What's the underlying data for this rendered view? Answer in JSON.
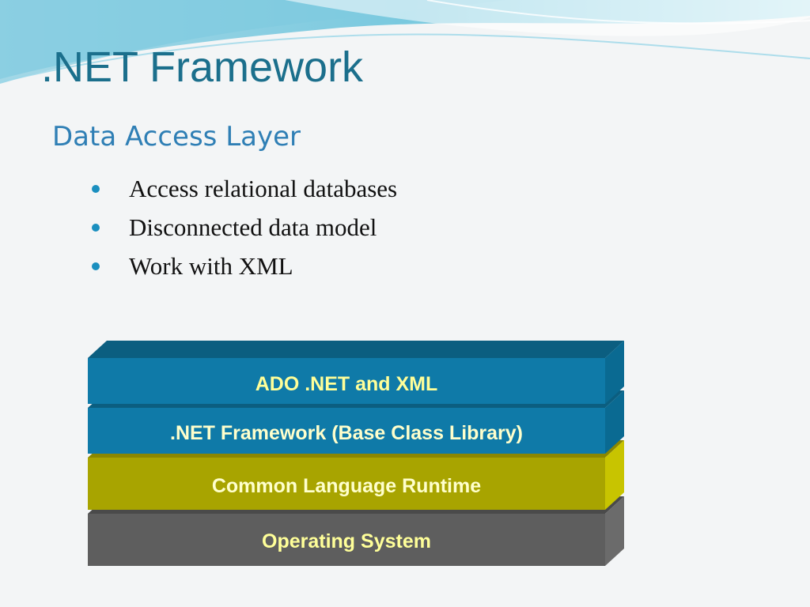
{
  "slide": {
    "title": ".NET Framework",
    "subtitle": "Data Access Layer",
    "bullets": [
      "Access relational databases",
      "Disconnected data model",
      "Work with XML"
    ]
  },
  "diagram": {
    "layers": [
      {
        "label": "ADO .NET and XML",
        "text_color": "#ffff99",
        "front": "#0f7aa8",
        "top": "#0b5e80",
        "side": "#0a6a92"
      },
      {
        "label": ".NET Framework (Base Class Library)",
        "text_color": "#ffffcc",
        "front": "#0f7aa8",
        "top": "#0b5e80",
        "side": "#0a6a92"
      },
      {
        "label": "Common Language Runtime",
        "text_color": "#ffffcc",
        "front": "#a8a400",
        "top": "#8a8700",
        "side": "#c8c400"
      },
      {
        "label": "Operating System",
        "text_color": "#ffff99",
        "front": "#5e5e5e",
        "top": "#4a4a4a",
        "side": "#6b6b6b"
      }
    ]
  },
  "colors": {
    "title": "#1b6f8c",
    "subtitle": "#2f7fb5",
    "bullet": "#1a8fbf",
    "background": "#f3f5f6"
  }
}
